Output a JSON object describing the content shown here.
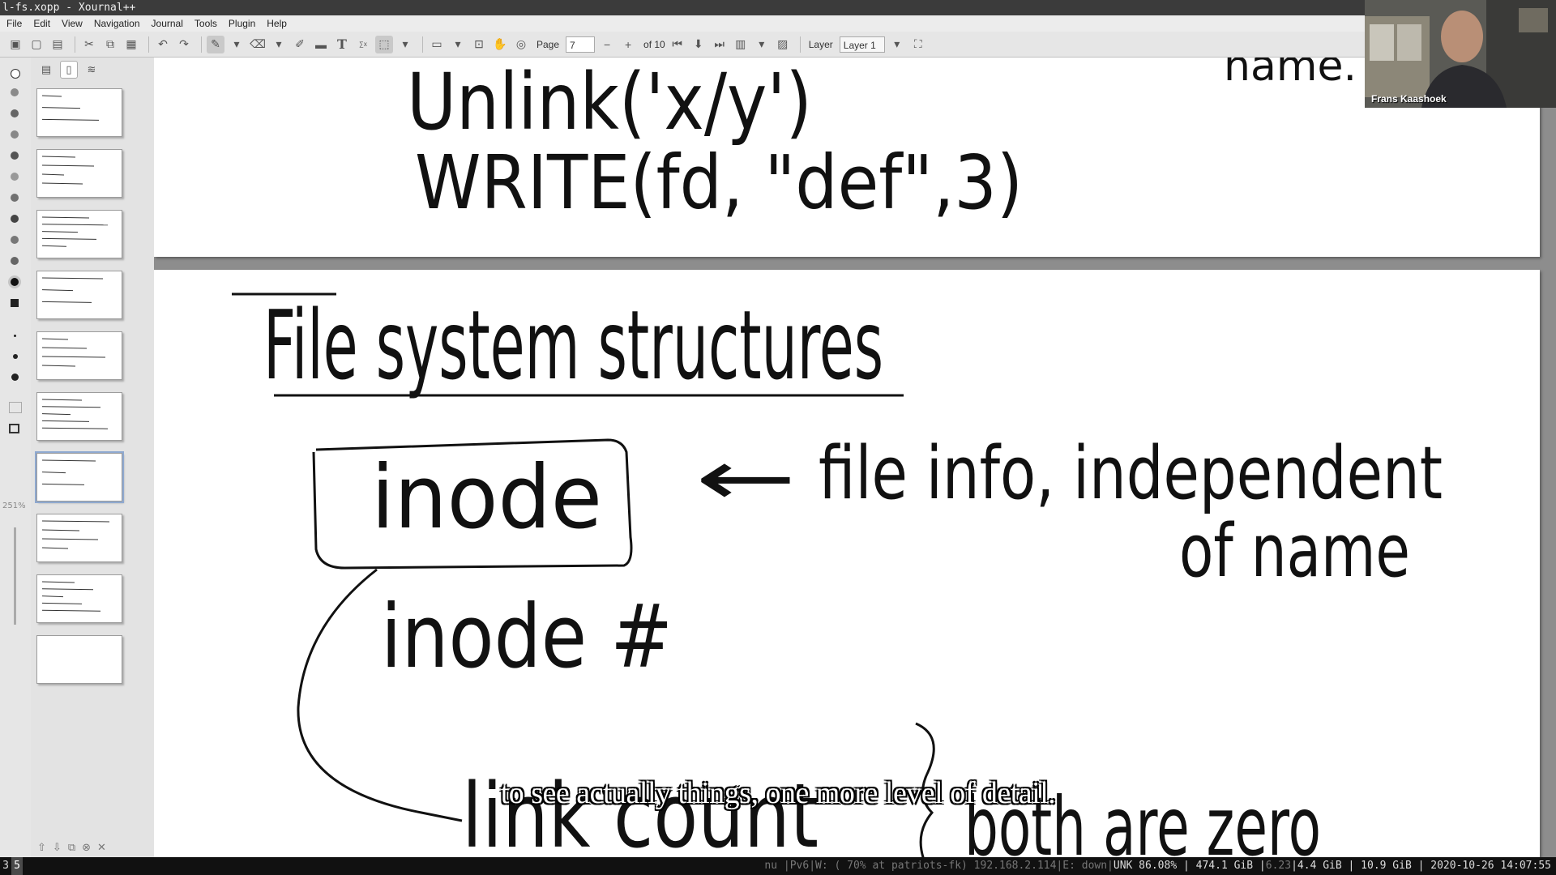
{
  "window": {
    "title": "l-fs.xopp - Xournal++"
  },
  "menu": [
    "File",
    "Edit",
    "View",
    "Navigation",
    "Journal",
    "Tools",
    "Plugin",
    "Help"
  ],
  "toolbar": {
    "page_label": "Page",
    "page_value": "7",
    "page_of": "of 10",
    "layer_label": "Layer",
    "layer_value": "Layer 1"
  },
  "left_tools": {
    "zoom_label": "251%"
  },
  "page_top": {
    "lines": [
      "Unlink('x/y')",
      "WRITE(fd, \"def\",3)"
    ],
    "corner_fragment": "name."
  },
  "page_main": {
    "title": "File system structures",
    "inode_box": "inode",
    "arrow": "←",
    "note_line1": "file info, independent",
    "note_line2": "of name",
    "inode_number": "inode #",
    "link_count": "link count",
    "both_zero": "both are zero"
  },
  "webcam": {
    "name": "Frans Kaashoek"
  },
  "subtitle": "to see actually things, one more level of detail.",
  "statusbar": {
    "workspaces": [
      "3",
      "5"
    ],
    "dim_left": "nu |Pv6|W: ( 70% at patriots-fk) 192.168.2.114|E: down|",
    "unk": "UNK 86.08%",
    "disk": "474.1 GiB",
    "dim_mid": "6.23",
    "mem1": "4.4 GiB",
    "mem2": "10.9 GiB",
    "datetime": "2020-10-26 14:07:55"
  },
  "colors": {
    "ink": "#111111",
    "canvas_bg": "#8d8d8d",
    "selection": "#8fa9d0"
  }
}
